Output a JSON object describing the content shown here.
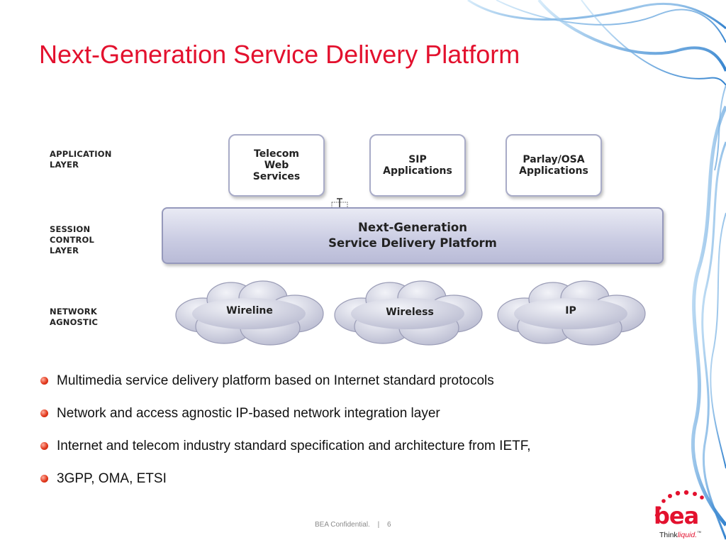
{
  "slide": {
    "title": "Next-Generation Service Delivery Platform"
  },
  "diagram": {
    "layers": [
      {
        "label": "APPLICATION\nLAYER"
      },
      {
        "label": "SESSION\nCONTROL\nLAYER"
      },
      {
        "label": "NETWORK\nAGNOSTIC"
      }
    ],
    "applications": [
      {
        "label": "Telecom\nWeb\nServices"
      },
      {
        "label": "SIP\nApplications"
      },
      {
        "label": "Parlay/OSA\nApplications"
      }
    ],
    "platform": {
      "label": "Next-Generation\nService Delivery Platform"
    },
    "networks": [
      {
        "label": "Wireline"
      },
      {
        "label": "Wireless"
      },
      {
        "label": "IP"
      }
    ]
  },
  "bullets": [
    "Multimedia service delivery platform based on Internet standard protocols",
    "Network and access agnostic IP-based network integration layer",
    "Internet and telecom industry standard specification and architecture from IETF,",
    "3GPP, OMA, ETSI"
  ],
  "footer": {
    "confidential": "BEA Confidential.",
    "separator": "|",
    "page_number": "6"
  },
  "logo": {
    "brand": "bea",
    "tagline_think": "Think",
    "tagline_liquid": "liquid.",
    "trademark": "™"
  },
  "colors": {
    "title": "#e3112e",
    "accent_blue": "#2b7fd0",
    "bullet": "#e33a1e"
  }
}
